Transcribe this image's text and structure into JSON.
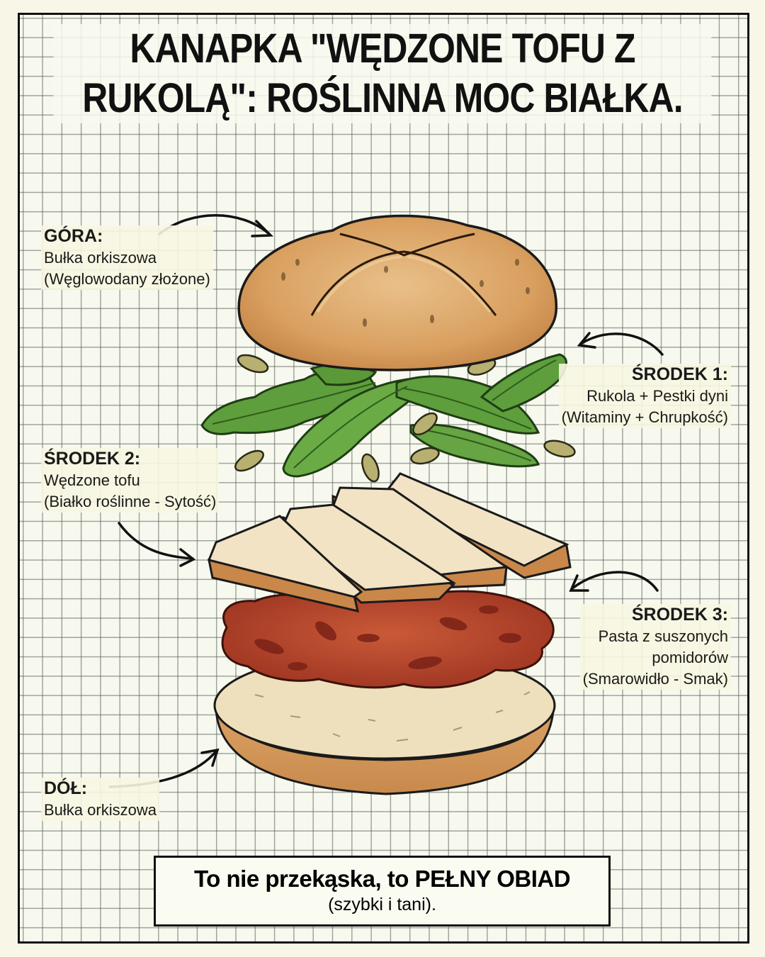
{
  "title": {
    "line1": "KANAPKA \"WĘDZONE TOFU Z",
    "line2": "RUKOLĄ\": ROŚLINNA MOC BIAŁKA."
  },
  "layers": [
    {
      "id": "top",
      "heading": "GÓRA:",
      "lines": [
        "Bułka orkiszowa",
        "(Węglowodany złożone)"
      ],
      "illustration": "top-spelt-bun"
    },
    {
      "id": "middle1",
      "heading": "ŚRODEK 1:",
      "lines": [
        "Rukola + Pestki dyni",
        "(Witaminy + Chrupkość)"
      ],
      "illustration": "arugula-and-pumpkin-seeds"
    },
    {
      "id": "middle2",
      "heading": "ŚRODEK 2:",
      "lines": [
        "Wędzone tofu",
        "(Białko roślinne - Sytość)"
      ],
      "illustration": "smoked-tofu-slices"
    },
    {
      "id": "middle3",
      "heading": "ŚRODEK 3:",
      "lines": [
        "Pasta z suszonych",
        "pomidorów",
        "(Smarowidło - Smak)"
      ],
      "illustration": "sun-dried-tomato-paste"
    },
    {
      "id": "bottom",
      "heading": "DÓŁ:",
      "lines": [
        "Bułka orkiszowa"
      ],
      "illustration": "bottom-spelt-bun"
    }
  ],
  "footer": {
    "line1": "To nie przekąska, to PEŁNY OBIAD",
    "line2": "(szybki i tani)."
  },
  "colors": {
    "background": "#f7f9ef",
    "grid": "#5a5f5a",
    "ink": "#111111",
    "bun": "#d9a060",
    "bun_crumb": "#efe2c2",
    "arugula": "#5e9e3c",
    "pumpkin_seed": "#b8b070",
    "tofu_top": "#f1e3c4",
    "tofu_side": "#c9874a",
    "tomato_paste": "#b5402a"
  }
}
